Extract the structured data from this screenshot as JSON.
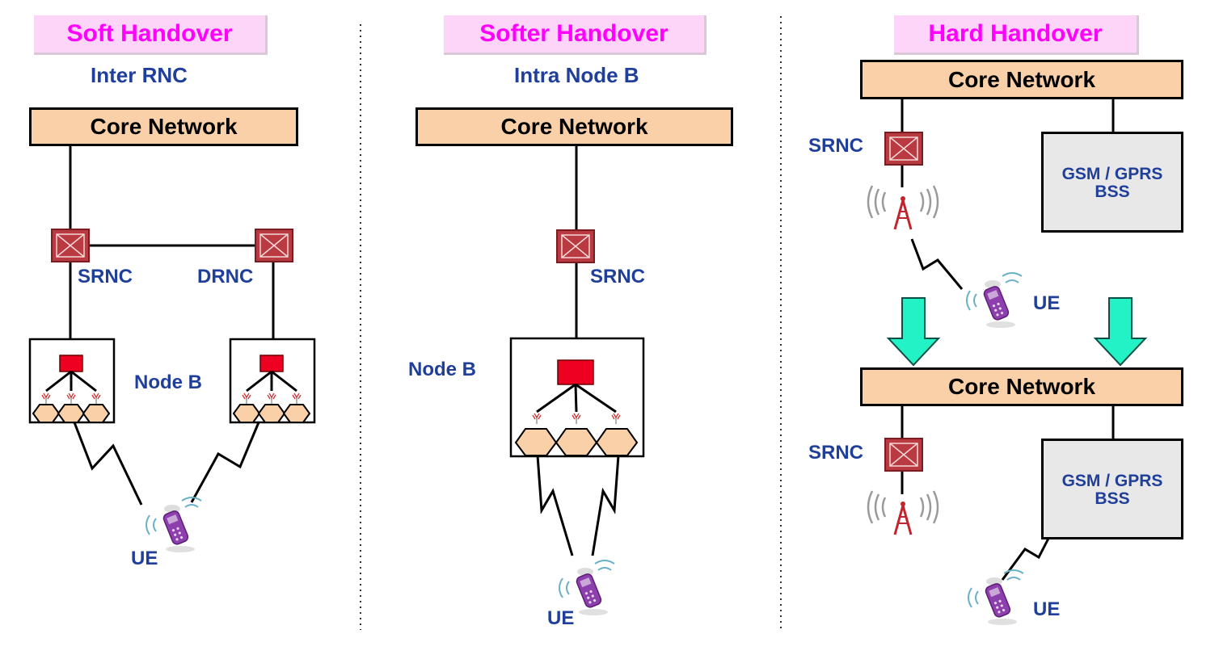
{
  "panels": [
    {
      "title": "Soft Handover",
      "subtitle": "Inter RNC"
    },
    {
      "title": "Softer Handover",
      "subtitle": "Intra Node B"
    },
    {
      "title": "Hard Handover",
      "subtitle": ""
    }
  ],
  "labels": {
    "core_network": "Core Network",
    "srnc": "SRNC",
    "drnc": "DRNC",
    "node_b": "Node B",
    "ue": "UE",
    "gsm_bss_line1": "GSM / GPRS",
    "gsm_bss_line2": "BSS"
  },
  "colors": {
    "title_text": "#ff00ff",
    "title_bg": "#fcd5f9",
    "label_text": "#1f3f9b",
    "core_network_bg": "#fad0a8",
    "rnc_fill": "#b93a40",
    "node_b_fill": "#ee0022",
    "cell_fill": "#fad0a8",
    "arrow_fill": "#22f2c6",
    "bss_bg": "#e8e8e8",
    "phone": "#8e3fae"
  },
  "icons": [
    "rnc-switch-icon",
    "node-b-icon",
    "cell-tower-icon",
    "mobile-phone-icon",
    "down-arrow-icon"
  ]
}
